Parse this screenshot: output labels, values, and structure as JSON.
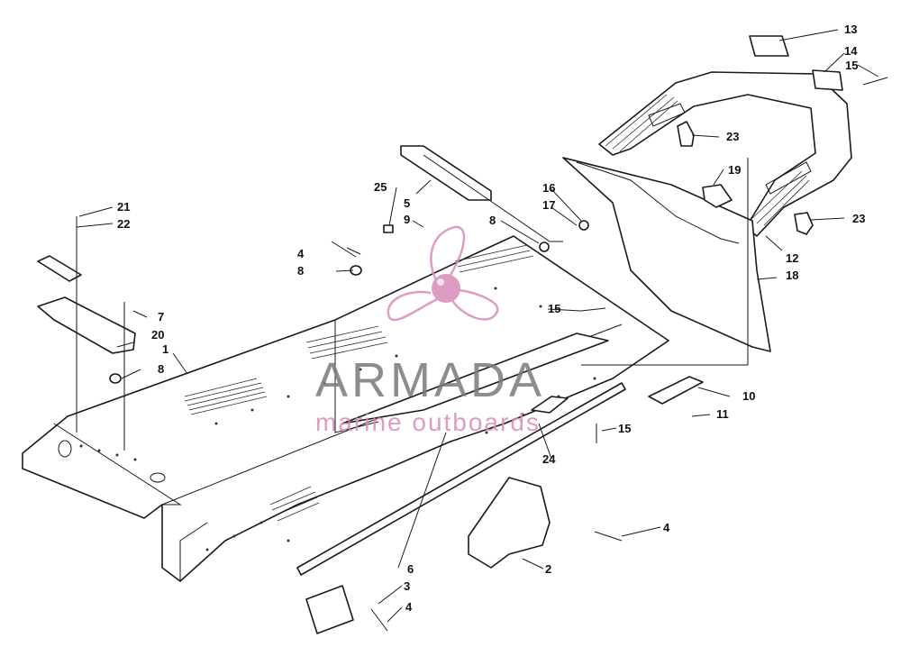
{
  "watermark": {
    "brand": "ARMADA",
    "tagline": "marine outboards",
    "brand_color": "#7a7a7a",
    "logo_color": "#d98bb8",
    "logo_icon": "propeller-icon"
  },
  "callouts": [
    "1",
    "2",
    "3",
    "4",
    "4",
    "4",
    "5",
    "6",
    "7",
    "8",
    "8",
    "8",
    "8",
    "9",
    "10",
    "11",
    "12",
    "13",
    "14",
    "15",
    "15",
    "15",
    "16",
    "17",
    "18",
    "19",
    "20",
    "21",
    "22",
    "23",
    "23",
    "24",
    "25"
  ]
}
